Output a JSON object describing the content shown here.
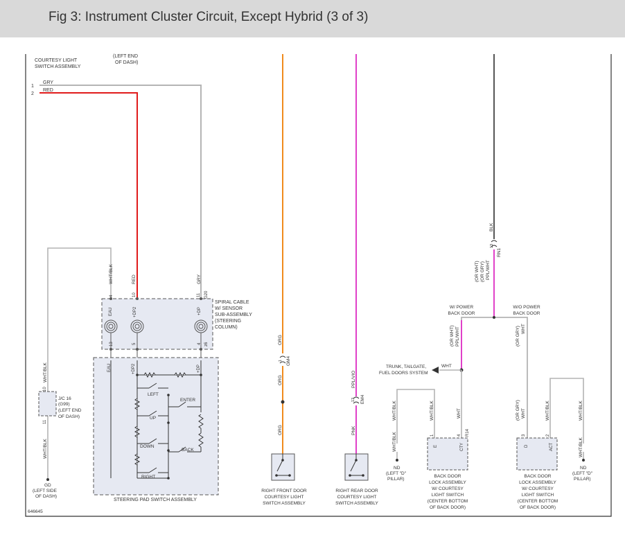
{
  "header": {
    "title": "Fig 3: Instrument Cluster Circuit, Except Hybrid (3 of 3)"
  },
  "colors": {
    "red": "#e01a1a",
    "orange": "#f08a1c",
    "pink": "#e040c8",
    "gray": "#b4b4b4",
    "dark": "#333333",
    "box_fill": "#e6e9f2"
  },
  "labels": {
    "courtesy_line1": "COURTESY LIGHT",
    "courtesy_line2": "SWITCH ASSEMBLY",
    "left_end_line1": "(LEFT END",
    "left_end_line2": "OF DASH)",
    "pin1": "1",
    "pin2": "2",
    "gry": "GRY",
    "red": "RED",
    "wht_blk": "WHT/BLK",
    "spiral_l1": "SPIRAL CABLE",
    "spiral_l2": "W/ SENSOR",
    "spiral_l3": "SUB-ASSEMBLY",
    "spiral_l4": "(STEERING",
    "spiral_l5": "COLUMN)",
    "eau": "EAU",
    "dp2": "+DP2",
    "dp": "+DP",
    "pin_4": "4",
    "pin_10": "10",
    "pin_11": "11",
    "pin_13": "13",
    "pin_5": "5",
    "pin_z6": "z6",
    "g20": "G20",
    "jc16_l1": "J/C 16",
    "jc16_l2": "(G99)",
    "jc16_l3": "(LEFT END",
    "jc16_l4": "OF DASH)",
    "gd": "GD",
    "gd_l1": "(LEFT SIDE",
    "gd_l2": "OF DASH)",
    "left": "LEFT",
    "enter": "ENTER",
    "up": "UP",
    "down": "DOWN",
    "back": "BACK",
    "right": "RIGHT",
    "steering_pad": "STEERING PAD SWITCH ASSEMBLY",
    "org": "ORG",
    "pnk": "PNK",
    "ppl_vio": "PPL/VIO",
    "gm4": "GM4",
    "em4": "EM4",
    "rf_l1": "RIGHT FRONT DOOR",
    "rf_l2": "COURTESY LIGHT",
    "rf_l3": "SWITCH ASSEMBLY",
    "rr_l1": "RIGHT REAR DOOR",
    "rr_l2": "COURTESY LIGHT",
    "rr_l3": "SWITCH ASSEMBLY",
    "blk": "BLK",
    "rn1": "RN1",
    "or_wht": "(OR WHT)",
    "or_gry": "(OR GRY)",
    "ppl_wht": "PPL/WHT",
    "w_power_l1": "W/ POWER",
    "w_power_l2": "BACK DOOR",
    "wo_power_l1": "W/O POWER",
    "wo_power_l2": "BACK DOOR",
    "trunk_l1": "TRUNK, TAILGATE,",
    "trunk_l2": "FUEL DOORS SYSTEM",
    "wht": "WHT",
    "e": "E",
    "cty": "CTY",
    "r14": "R14",
    "d": "D",
    "act": "ACT",
    "nd": "ND",
    "pillar_l1": "(LEFT \"D\"",
    "pillar_l2": "PILLAR)",
    "bd1_l1": "BACK DOOR",
    "bd1_l2": "LOCK ASSEMBLY",
    "bd1_l3": "W/ COURTESY",
    "bd1_l4": "LIGHT SWITCH",
    "bd1_l5": "(CENTER BOTTOM",
    "bd1_l6": "OF BACK DOOR)",
    "ref": "646645"
  }
}
